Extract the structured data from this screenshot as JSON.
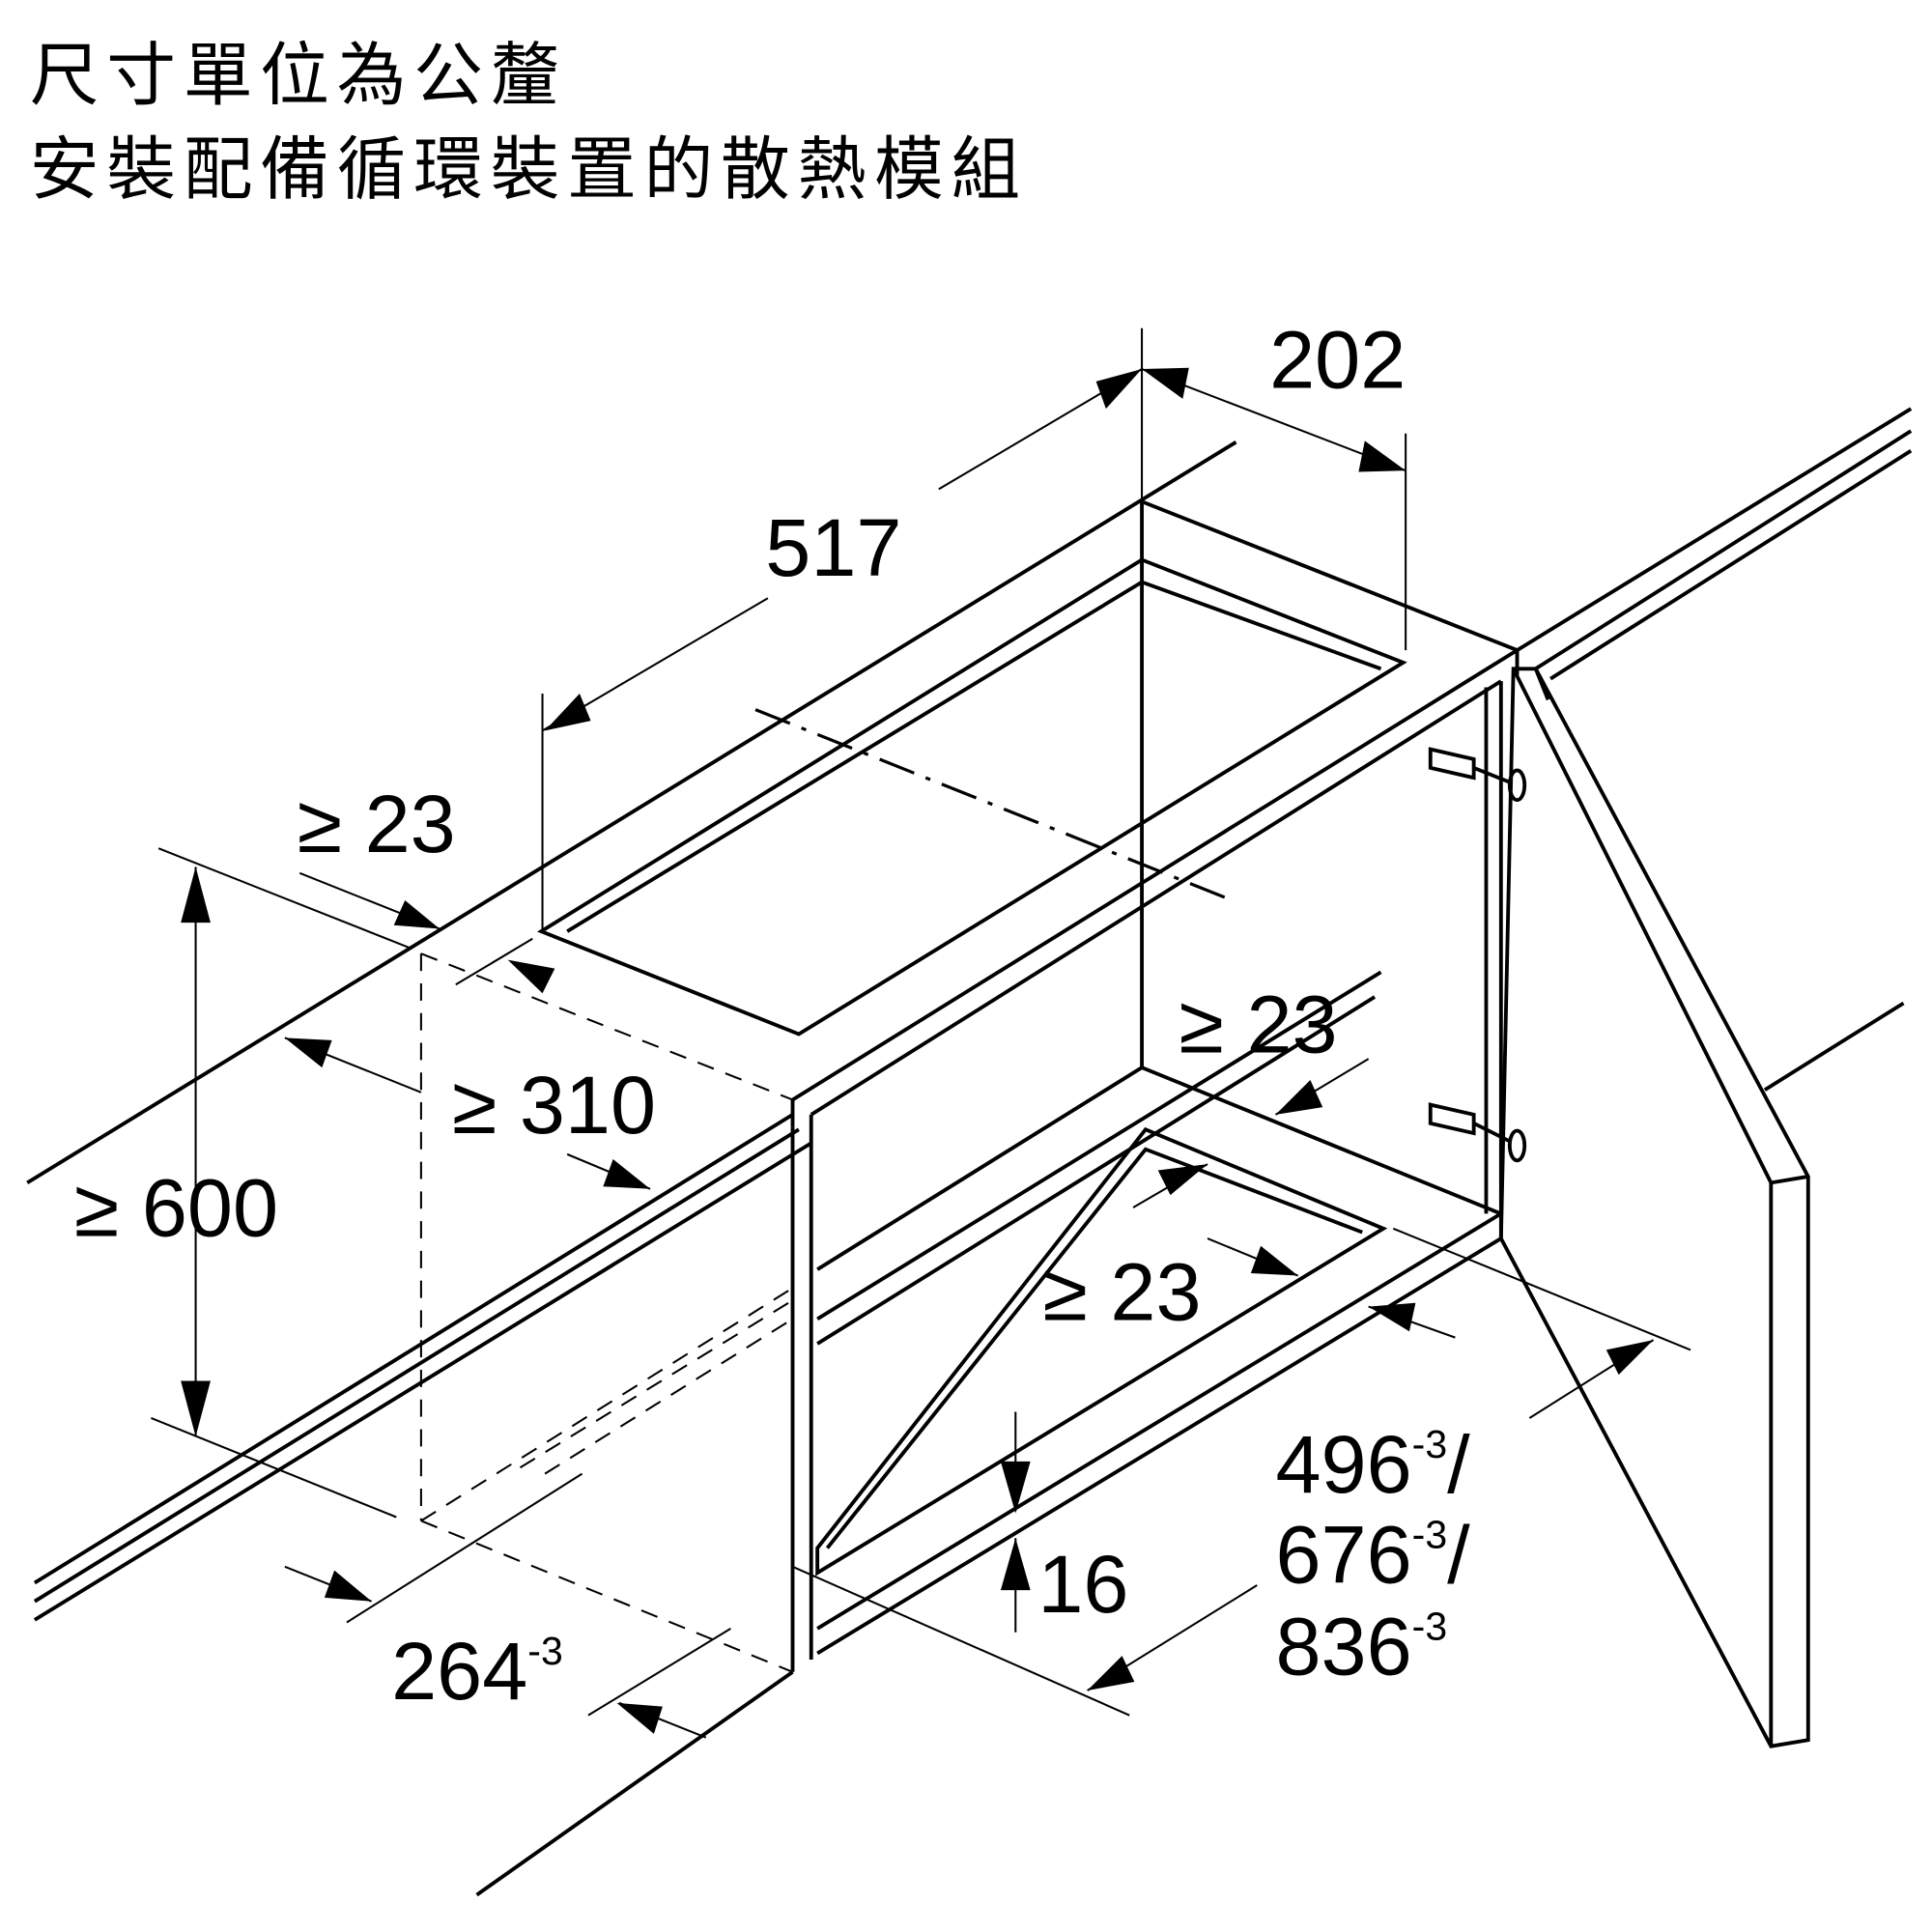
{
  "title": {
    "line1": "尺寸單位為公釐",
    "line2": "安裝配備循環裝置的散熱模組"
  },
  "dimensions": {
    "d202": "202",
    "d517": "517",
    "d23_top": "≥ 23",
    "d310": "≥ 310",
    "d600": "≥ 600",
    "d23_right": "≥ 23",
    "d23_bottom": "≥ 23",
    "d16": "16",
    "d264": "264",
    "d264_tol": "-3",
    "w1": "496",
    "w1_tol": "-3",
    "w1_sep": "/",
    "w2": "676",
    "w2_tol": "-3",
    "w2_sep": "/",
    "w3": "836",
    "w3_tol": "-3"
  }
}
